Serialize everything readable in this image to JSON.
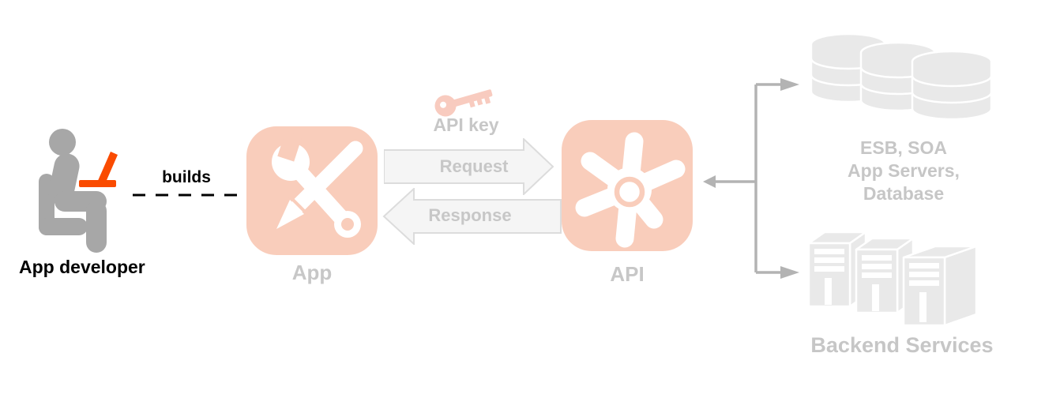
{
  "developer": {
    "label": "App developer",
    "builds_label": "builds",
    "icon": "person-at-laptop-icon"
  },
  "app": {
    "label": "App",
    "icon": "wrench-pencil-icon"
  },
  "exchange": {
    "api_key_label": "API key",
    "key_icon": "key-icon",
    "request_label": "Request",
    "response_label": "Response"
  },
  "api": {
    "label": "API",
    "icon": "impeller-gear-icon"
  },
  "backend": {
    "esb_lines": [
      "ESB, SOA",
      "App Servers,",
      "Database"
    ],
    "services_label": "Backend Services",
    "database_icon": "database-stack-icon",
    "servers_icon": "server-towers-icon"
  },
  "colors": {
    "salmon": "#f9cdbb",
    "key_salmon": "#f8cbbf",
    "label_gray": "#c7c7c7",
    "esb_gray": "#c6c6c6",
    "icon_gray": "#e9e9e9",
    "person_gray": "#a7a7a7",
    "laptop_orange": "#fa4b00",
    "connector_gray": "#b3b3b3",
    "arrow_fill": "#f5f5f5",
    "arrow_stroke": "#dcdcdc",
    "text_black": "#000000"
  }
}
